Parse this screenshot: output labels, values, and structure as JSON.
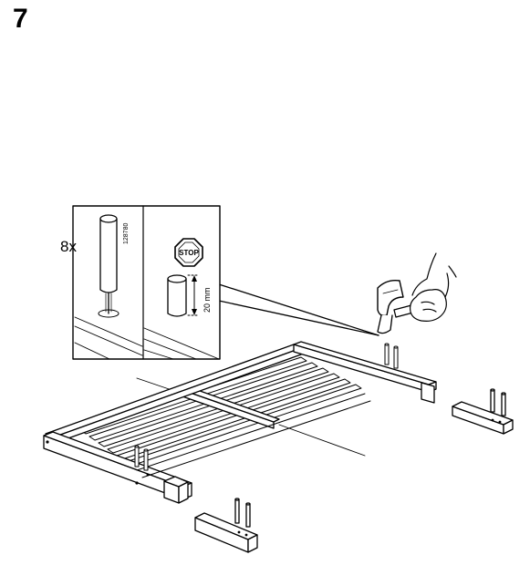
{
  "page": {
    "step_number": "7"
  },
  "detail": {
    "quantity": "8x",
    "part_number": "128780",
    "stop_sign": "STOP",
    "depth_label": "20 mm"
  },
  "icons": [
    "dowel-icon",
    "stop-sign-icon",
    "hammer-icon",
    "hand-icon"
  ]
}
